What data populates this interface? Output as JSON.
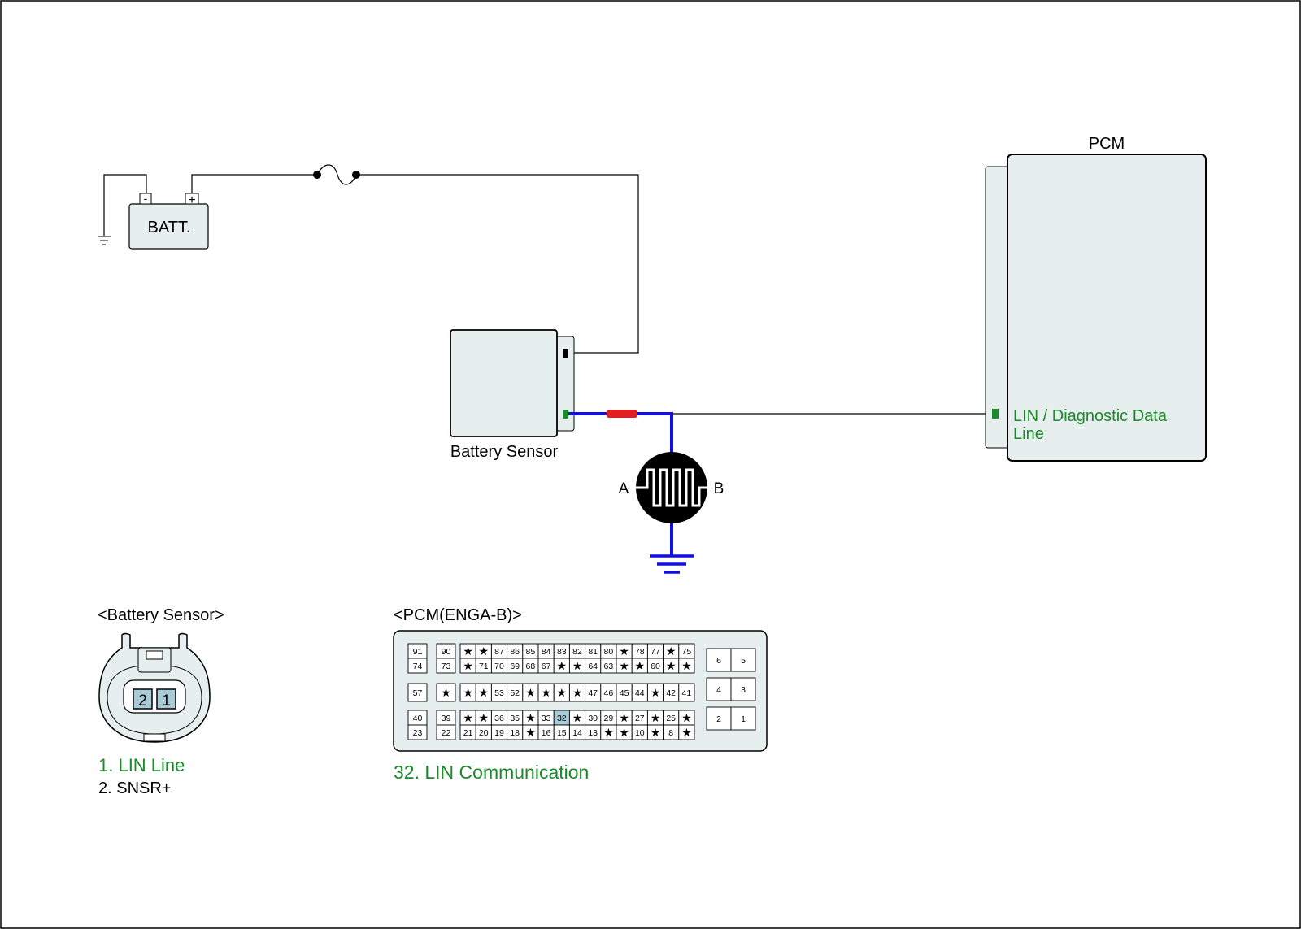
{
  "diagram": {
    "battery_label": "BATT.",
    "battery_minus": "-",
    "battery_plus": "+",
    "sensor_label": "Battery Sensor",
    "pcm_title": "PCM",
    "pcm_pin_line1": "LIN / Diagnostic Data",
    "pcm_pin_line2": "Line",
    "scope_a": "A",
    "scope_b": "B",
    "colors": {
      "signal_wire": "#1010e0",
      "probe": "#e02020",
      "pin_green": "#1a8a2a",
      "highlight_pin": "#a9cbd8",
      "box_fill": "#e7eeee"
    }
  },
  "connectors": {
    "battery_sensor": {
      "title": "<Battery Sensor>",
      "pins": [
        "2",
        "1"
      ],
      "legend": [
        {
          "text": "1. LIN Line",
          "color": "#1a8a2a"
        },
        {
          "text": "2. SNSR+",
          "color": "#000000"
        }
      ]
    },
    "pcm": {
      "title": "<PCM(ENGA-B)>",
      "highlight": "32",
      "col_a": [
        [
          "91",
          "74"
        ],
        [
          "57"
        ],
        [
          "40",
          "23"
        ]
      ],
      "col_b": [
        [
          "90",
          "73"
        ],
        [
          "★"
        ],
        [
          "39",
          "22"
        ]
      ],
      "main_rows": [
        [
          "★",
          "★",
          "87",
          "86",
          "85",
          "84",
          "83",
          "82",
          "81",
          "80",
          "★",
          "78",
          "77",
          "★",
          "75"
        ],
        [
          "★",
          "71",
          "70",
          "69",
          "68",
          "67",
          "★",
          "★",
          "64",
          "63",
          "★",
          "★",
          "60",
          "★",
          "★"
        ],
        [
          "★",
          "★",
          "53",
          "52",
          "★",
          "★",
          "★",
          "★",
          "47",
          "46",
          "45",
          "44",
          "★",
          "42",
          "41"
        ],
        [
          "★",
          "★",
          "36",
          "35",
          "★",
          "33",
          "32",
          "★",
          "30",
          "29",
          "★",
          "27",
          "★",
          "25",
          "★"
        ],
        [
          "21",
          "20",
          "19",
          "18",
          "★",
          "16",
          "15",
          "14",
          "13",
          "★",
          "★",
          "10",
          "★",
          "8",
          "★"
        ]
      ],
      "right_pairs": [
        [
          "6",
          "5"
        ],
        [
          "4",
          "3"
        ],
        [
          "2",
          "1"
        ]
      ],
      "legend": {
        "text": "32. LIN Communication",
        "color": "#1a8a2a"
      }
    }
  }
}
